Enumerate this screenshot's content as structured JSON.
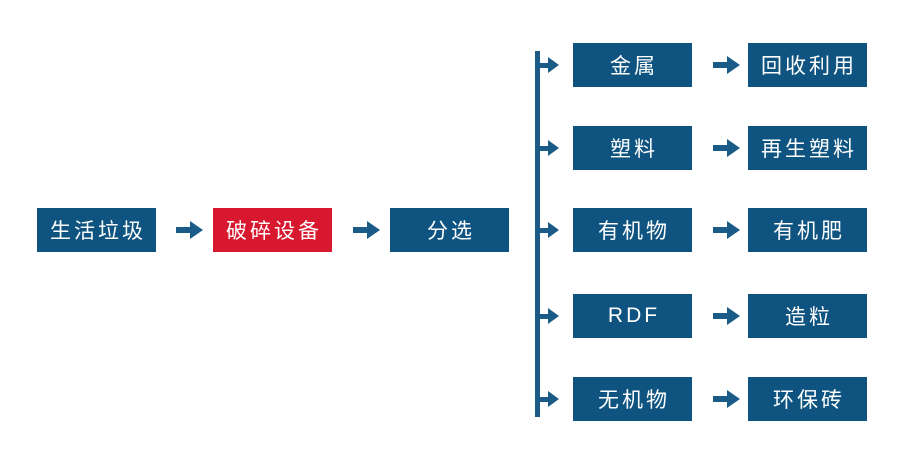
{
  "colors": {
    "box_blue": "#0F5480",
    "box_red": "#D8182F",
    "arrow_blue": "#1A5C87",
    "text_white": "#FFFFFF",
    "background": "#FFFFFF"
  },
  "main_flow": {
    "source": "生活垃圾",
    "crusher": "破碎设备",
    "sorter": "分选"
  },
  "branches": [
    {
      "category": "金属",
      "result": "回收利用"
    },
    {
      "category": "塑料",
      "result": "再生塑料"
    },
    {
      "category": "有机物",
      "result": "有机肥"
    },
    {
      "category": "RDF",
      "result": "造粒"
    },
    {
      "category": "无机物",
      "result": "环保砖"
    }
  ]
}
